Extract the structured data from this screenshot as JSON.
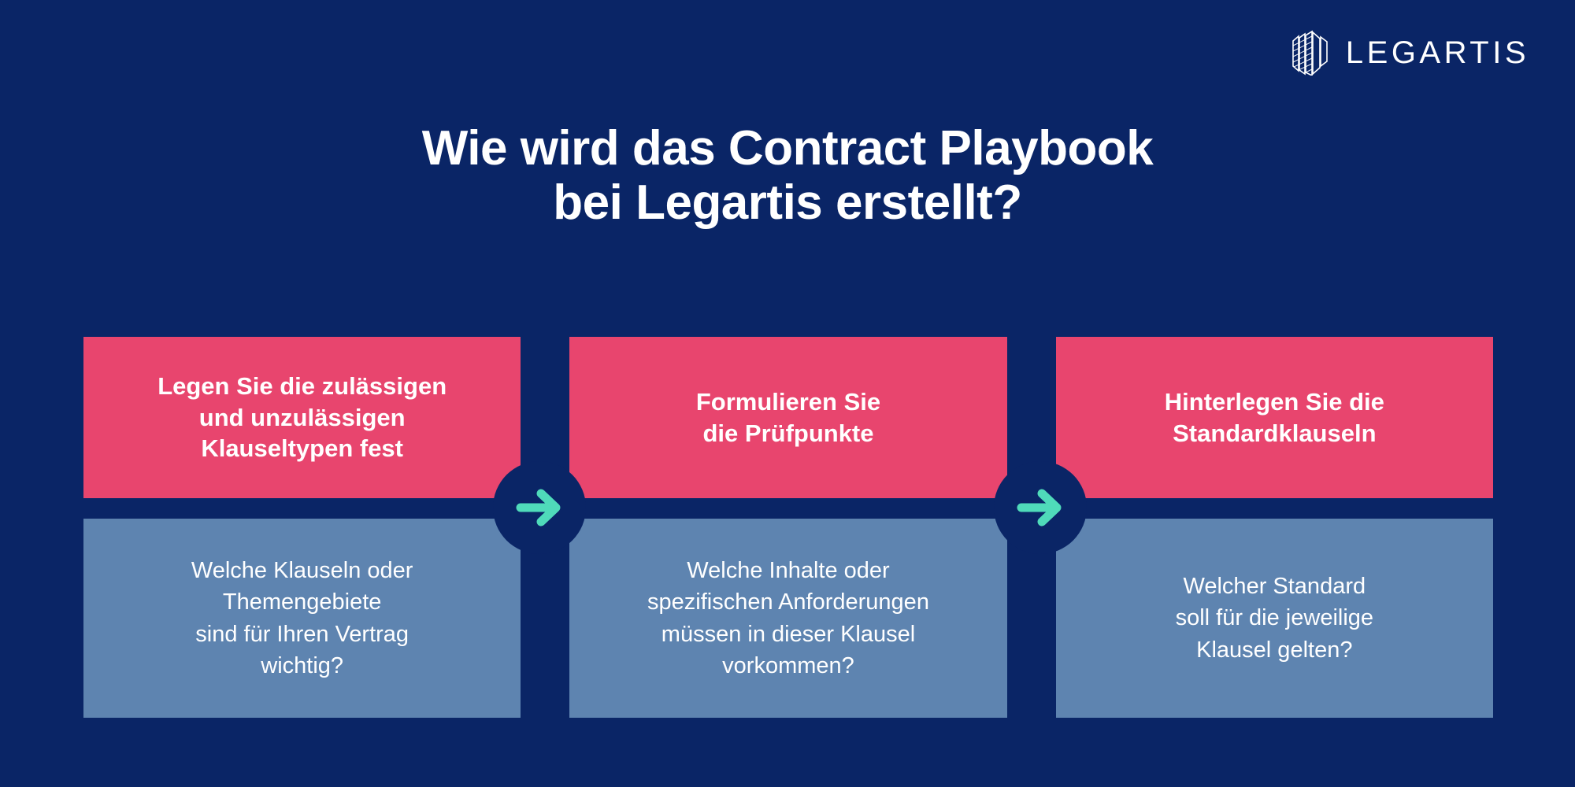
{
  "brand": {
    "logo_icon": "legartis-layers-mark",
    "wordmark": "LEGARTIS"
  },
  "headline": {
    "line1": "Wie wird das Contract Playbook",
    "line2": "bei Legartis erstellt?"
  },
  "steps": [
    {
      "heading": "Legen Sie die zulässigen\nund unzulässigen\nKlauseltypen fest",
      "body": "Welche Klauseln oder\nThemengebiete\nsind für Ihren Vertrag\nwichtig?"
    },
    {
      "heading": "Formulieren Sie\ndie Prüfpunkte",
      "body": "Welche Inhalte oder\nspezifischen Anforderungen\nmüssen in dieser Klausel\nvorkommen?"
    },
    {
      "heading": "Hinterlegen Sie die\nStandardklauseln",
      "body": "Welcher Standard\nsoll für die jeweilige\nKlausel gelten?"
    }
  ],
  "connectors": [
    {
      "icon": "arrow-right-icon"
    },
    {
      "icon": "arrow-right-icon"
    }
  ],
  "colors": {
    "background_navy": "#0a2566",
    "accent_pink": "#e8456e",
    "accent_slate_blue": "#5e84b0",
    "accent_mint": "#4fdbba",
    "text_white": "#ffffff"
  }
}
